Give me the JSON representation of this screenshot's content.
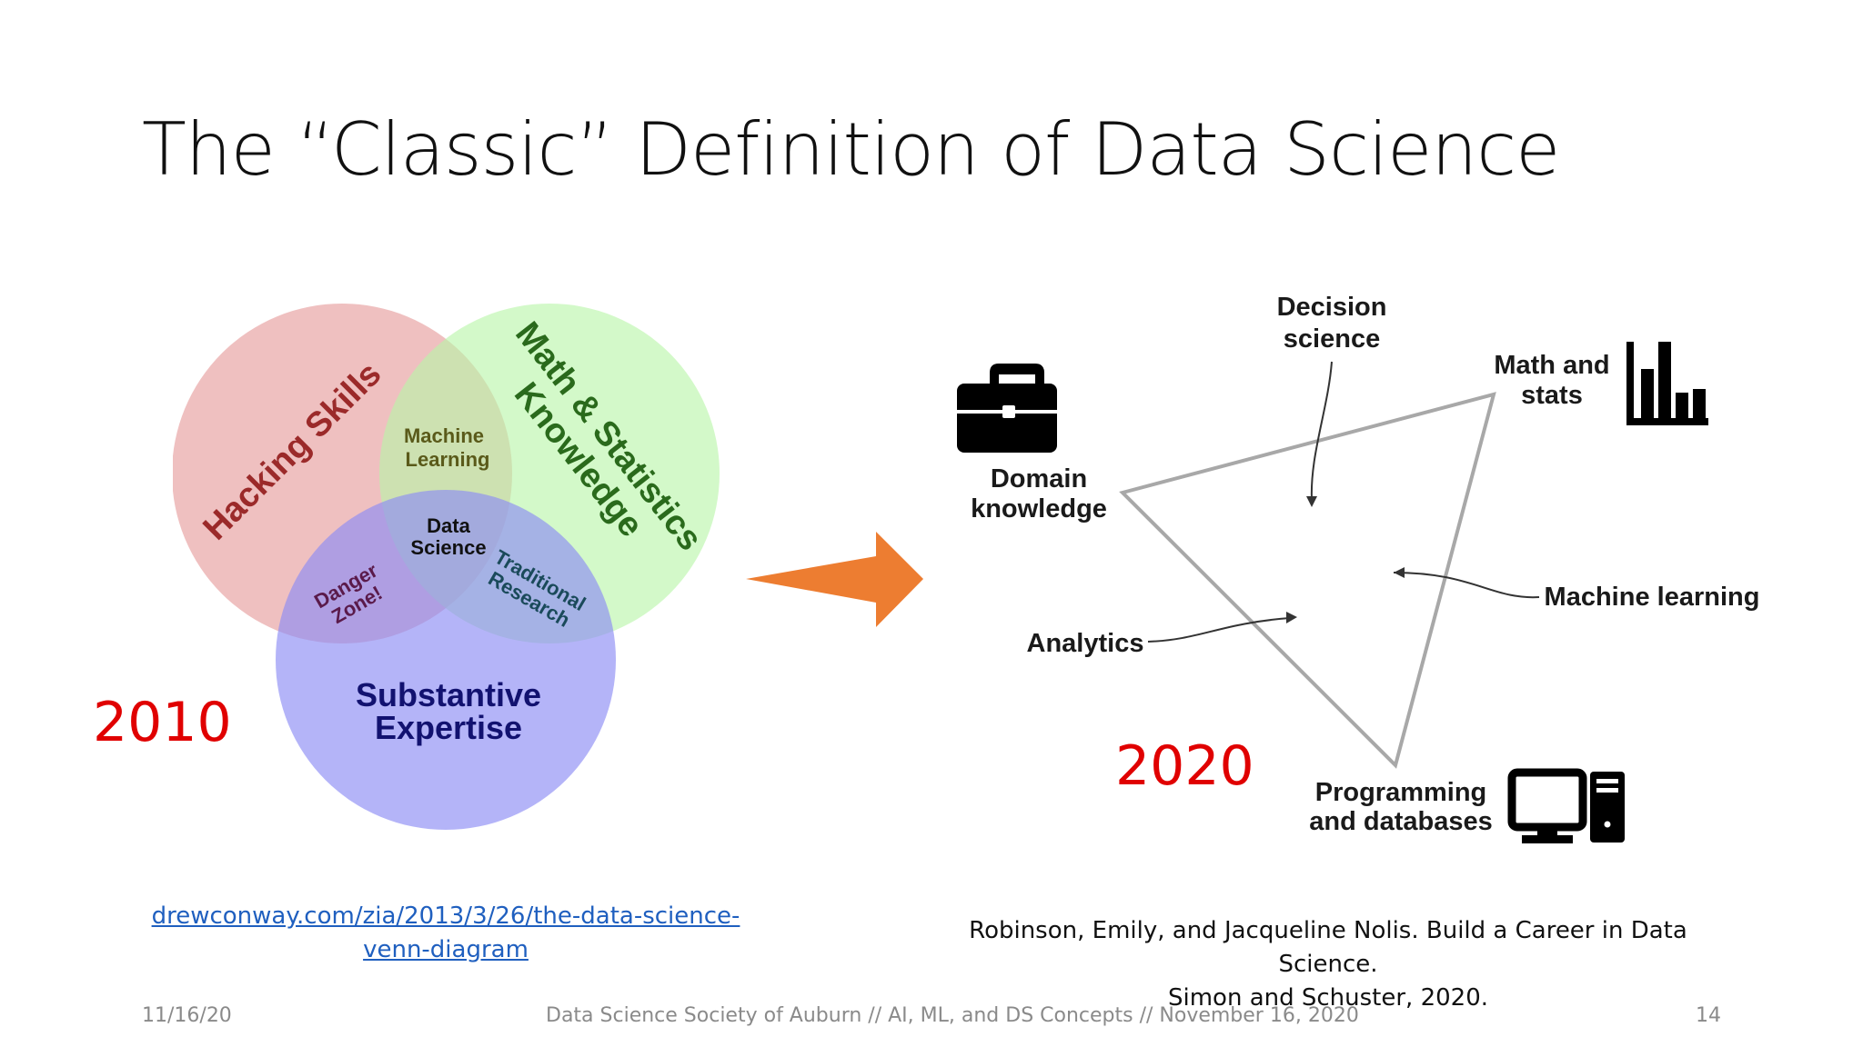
{
  "slide": {
    "title": "The “Classic” Definition of Data Science"
  },
  "venn_2010": {
    "year": "2010",
    "circles": {
      "hacking": "Hacking Skills",
      "math_line1": "Math & Statistics",
      "math_line2": "Knowledge",
      "substantive_line1": "Substantive",
      "substantive_line2": "Expertise"
    },
    "overlaps": {
      "ml_line1": "Machine",
      "ml_line2": "Learning",
      "ds_line1": "Data",
      "ds_line2": "Science",
      "danger_line1": "Danger",
      "danger_line2": "Zone!",
      "research_line1": "Traditional",
      "research_line2": "Research"
    },
    "colors": {
      "hacking": "#e9a7a7",
      "math": "#b8f5a8",
      "substantive": "#8c8cf5"
    },
    "link_line1": "drewconway.com/zia/2013/3/26/the-data-science-",
    "link_line2": "venn-diagram"
  },
  "triangle_2020": {
    "year": "2020",
    "labels": {
      "decision_line1": "Decision",
      "decision_line2": "science",
      "math_line1": "Math and",
      "math_line2": "stats",
      "domain_line1": "Domain",
      "domain_line2": "knowledge",
      "ml": "Machine learning",
      "analytics": "Analytics",
      "programming_line1": "Programming",
      "programming_line2": "and databases"
    },
    "icons": [
      "briefcase-icon",
      "bar-chart-icon",
      "computer-icon"
    ],
    "citation_line1": "Robinson, Emily, and Jacqueline Nolis. Build a Career in Data Science.",
    "citation_line2": "Simon and Schuster, 2020."
  },
  "arrow_color": "#ed7d31",
  "year_color": "#e00000",
  "footer": {
    "date": "11/16/20",
    "center": "Data Science Society of Auburn // AI, ML, and DS Concepts // November 16, 2020",
    "page": "14"
  }
}
